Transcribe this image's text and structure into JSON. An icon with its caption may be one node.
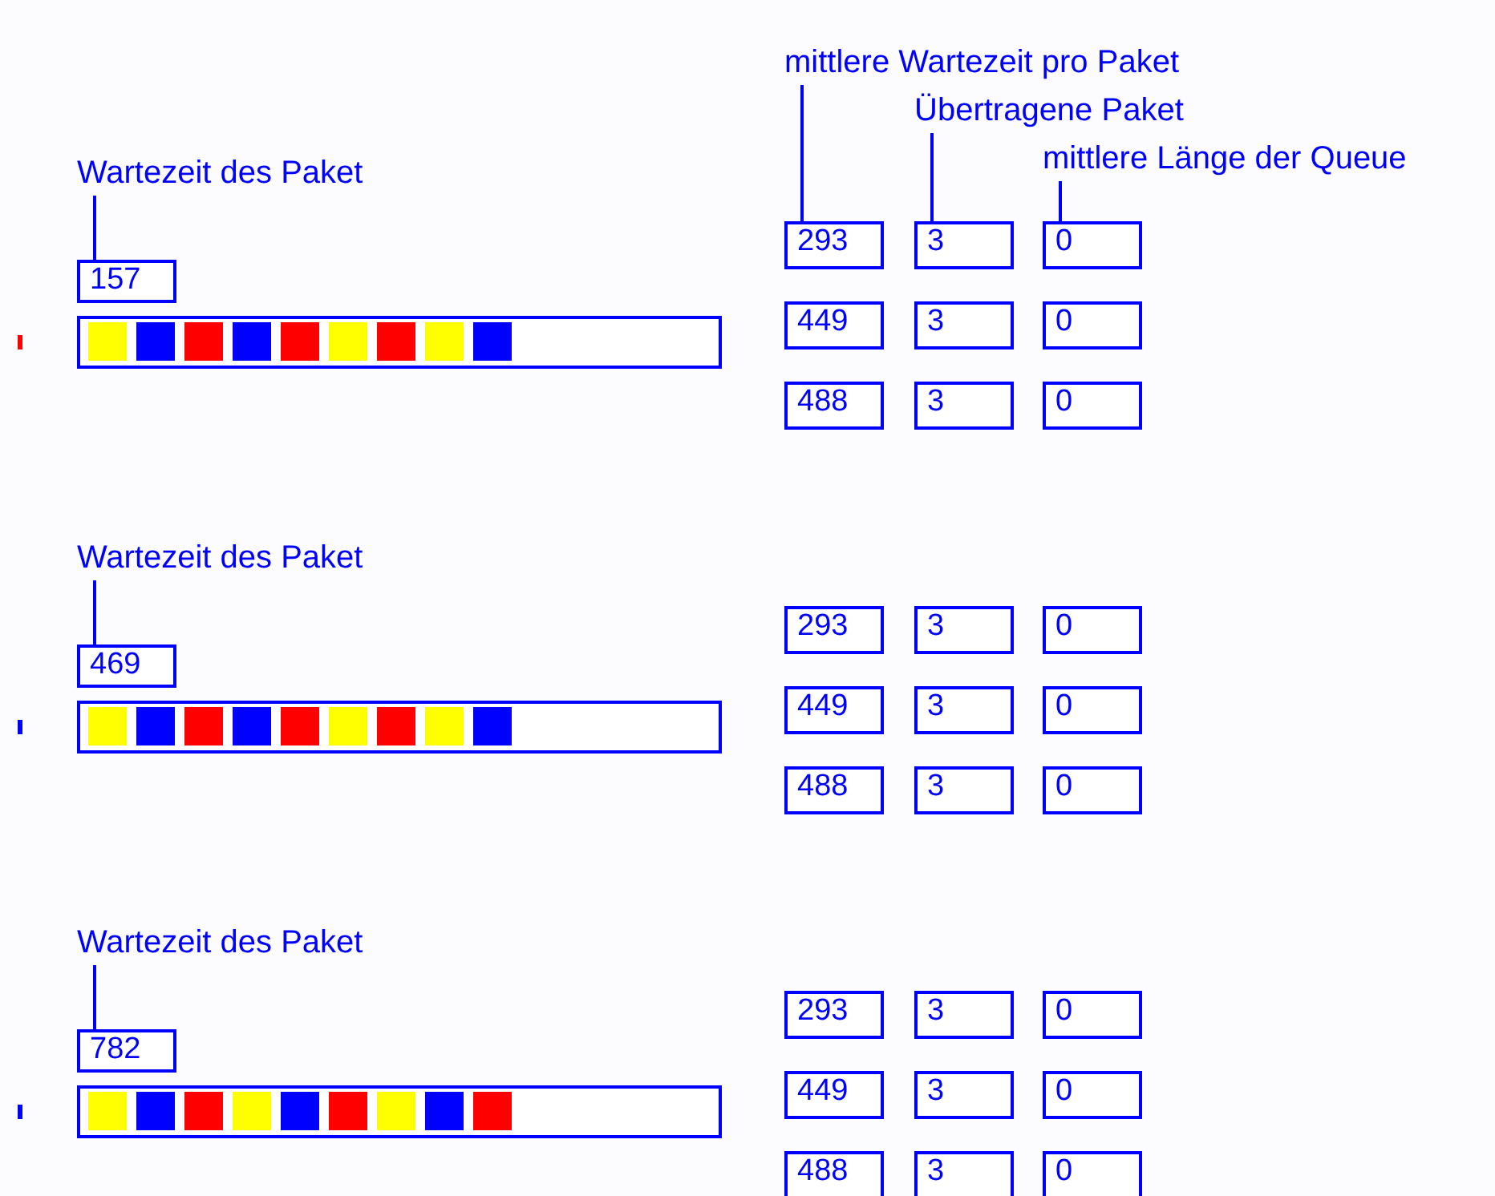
{
  "diagram": {
    "nodes": [
      {
        "text": [
          "mittlere Wartezeit pro Paket"
        ]
      },
      {
        "text": [
          "Übertragene Paket"
        ]
      },
      {
        "text": [
          "mittlere Länge der Queue"
        ]
      },
      {
        "text": [
          "Wartezeit des Paket"
        ]
      },
      {
        "text": [
          "157"
        ]
      },
      {
        "text": [],
        "shape": "bar"
      },
      {
        "text": [],
        "shape": "box",
        "in": 5
      },
      {
        "text": [],
        "shape": "box",
        "in": 5
      },
      {
        "text": [],
        "shape": "box",
        "in": 5
      },
      {
        "text": [],
        "shape": "box",
        "in": 5
      },
      {
        "text": [],
        "shape": "box",
        "in": 5
      },
      {
        "text": [],
        "shape": "box",
        "in": 5
      },
      {
        "text": [],
        "shape": "box",
        "in": 5
      },
      {
        "text": [],
        "shape": "box",
        "in": 5
      },
      {
        "text": [],
        "shape": "box",
        "in": 5
      },
      {
        "text": [
          "293"
        ]
      },
      {
        "text": [
          "3"
        ]
      },
      {
        "text": [
          "0"
        ]
      },
      {
        "text": [
          "449"
        ]
      },
      {
        "text": [
          "3"
        ]
      },
      {
        "text": [
          "0"
        ]
      },
      {
        "text": [
          "488"
        ]
      },
      {
        "text": [
          "3"
        ]
      },
      {
        "text": [
          "0"
        ]
      },
      {
        "text": [
          "Wartezeit des Paket"
        ]
      },
      {
        "text": [
          "469"
        ]
      },
      {
        "text": [],
        "shape": "bar"
      },
      {
        "text": [],
        "shape": "box",
        "in": 26
      },
      {
        "text": [],
        "shape": "box",
        "in": 26
      },
      {
        "text": [],
        "shape": "box",
        "in": 26
      },
      {
        "text": [],
        "shape": "box",
        "in": 26
      },
      {
        "text": [],
        "shape": "box",
        "in": 26
      },
      {
        "text": [],
        "shape": "box",
        "in": 26
      },
      {
        "text": [],
        "shape": "box",
        "in": 26
      },
      {
        "text": [],
        "shape": "box",
        "in": 26
      },
      {
        "text": [],
        "shape": "box",
        "in": 26
      },
      {
        "text": [
          "293"
        ]
      },
      {
        "text": [
          "3"
        ]
      },
      {
        "text": [
          "0"
        ]
      },
      {
        "text": [
          "449"
        ]
      },
      {
        "text": [
          "3"
        ]
      },
      {
        "text": [
          "0"
        ]
      },
      {
        "text": [
          "488"
        ]
      },
      {
        "text": [
          "3"
        ]
      },
      {
        "text": [
          "0"
        ]
      },
      {
        "text": [
          "Wartezeit des Paket"
        ]
      },
      {
        "text": [
          "782"
        ]
      },
      {
        "text": [],
        "shape": "bar"
      },
      {
        "text": [],
        "shape": "box",
        "in": 47
      },
      {
        "text": [],
        "shape": "box",
        "in": 47
      },
      {
        "text": [],
        "shape": "box",
        "in": 47
      },
      {
        "text": [],
        "shape": "box",
        "in": 47
      },
      {
        "text": [],
        "shape": "box",
        "in": 47
      },
      {
        "text": [],
        "shape": "box",
        "in": 47
      },
      {
        "text": [],
        "shape": "box",
        "in": 47
      },
      {
        "text": [],
        "shape": "box",
        "in": 47
      },
      {
        "text": [],
        "shape": "box",
        "in": 47
      },
      {
        "text": [
          "293"
        ]
      },
      {
        "text": [
          "3"
        ]
      },
      {
        "text": [
          "0"
        ]
      },
      {
        "text": [
          "449"
        ]
      },
      {
        "text": [
          "3"
        ]
      },
      {
        "text": [
          "0"
        ]
      },
      {
        "text": [
          "488"
        ]
      },
      {
        "text": [
          "3"
        ]
      },
      {
        "text": [
          "0"
        ]
      }
    ],
    "edges": [
      {
        "from": 0,
        "to": 15,
        "arrow": "none"
      },
      {
        "from": 1,
        "to": 16,
        "arrow": "none"
      },
      {
        "from": 2,
        "to": 17,
        "arrow": "none"
      },
      {
        "from": 3,
        "to": 4,
        "arrow": "none"
      },
      {
        "from": 24,
        "to": 25,
        "arrow": "none"
      },
      {
        "from": 45,
        "to": 46,
        "arrow": "none"
      }
    ]
  }
}
